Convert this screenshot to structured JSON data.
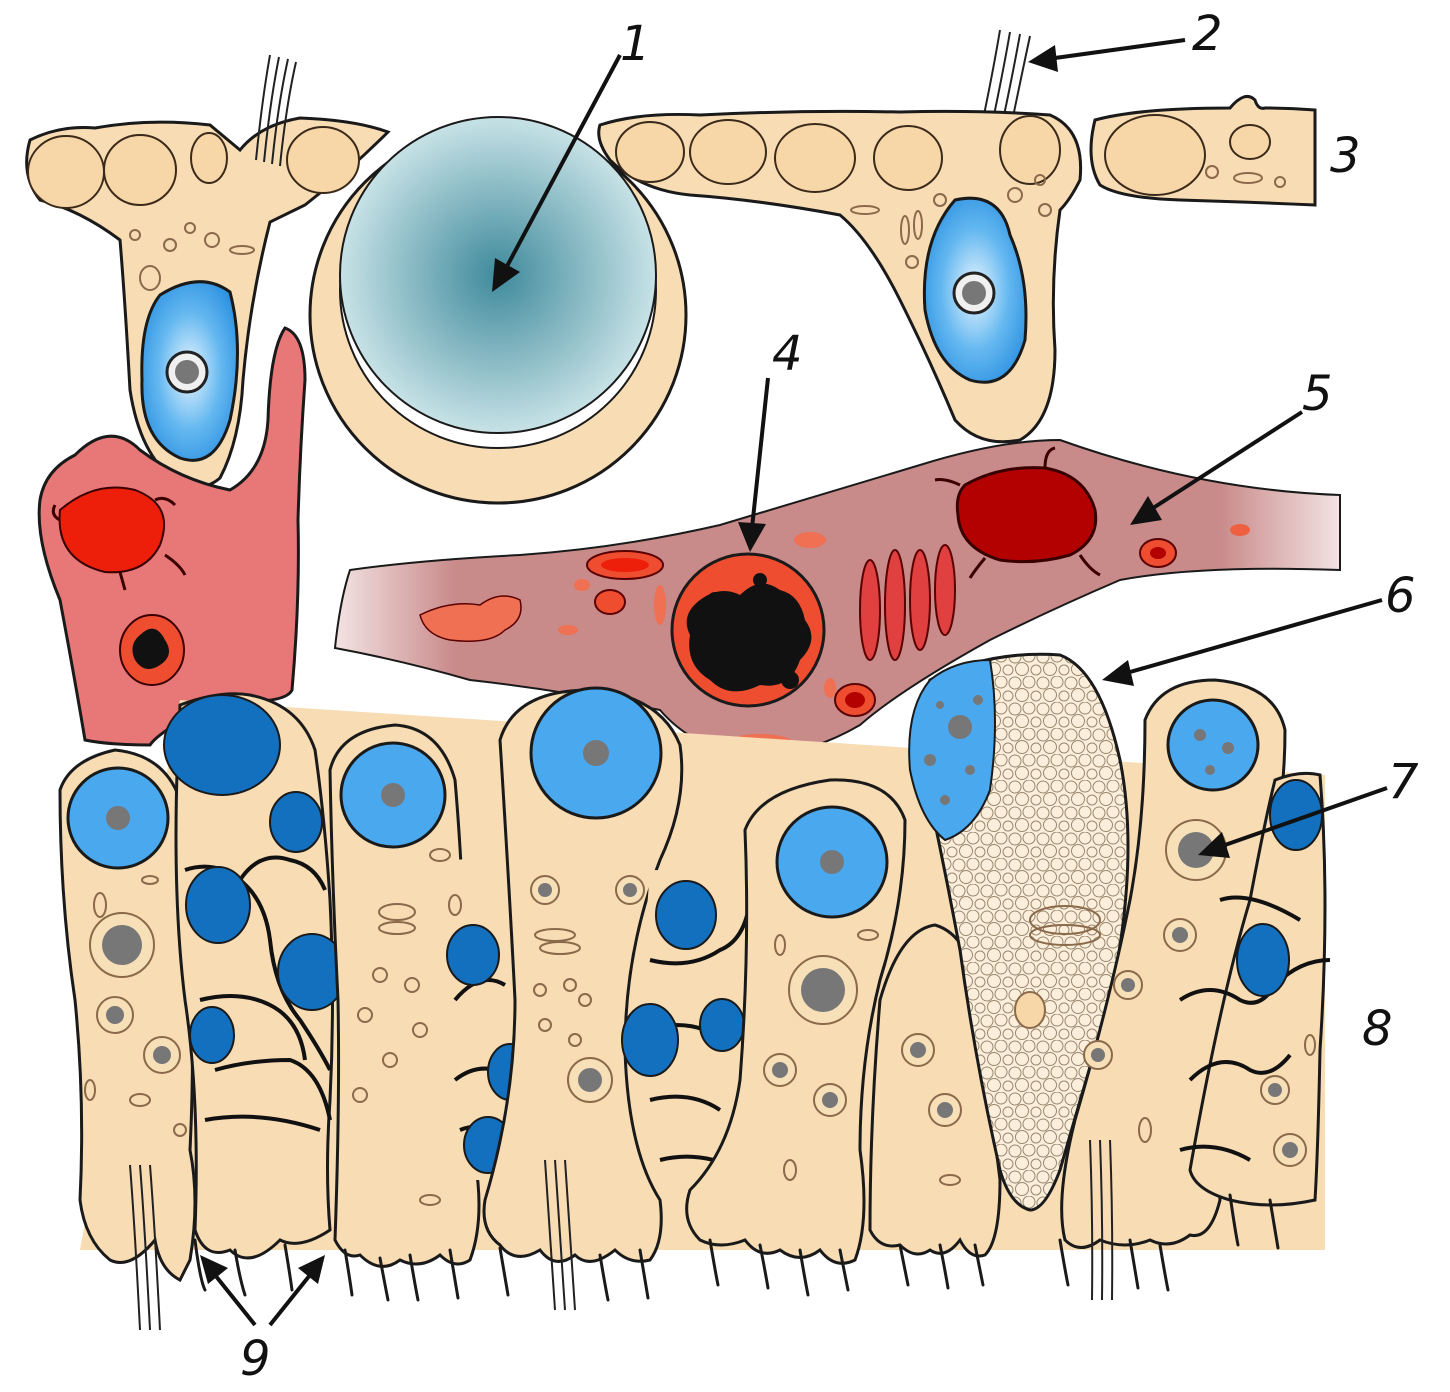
{
  "labels": {
    "l1": "1",
    "l2": "2",
    "l3": "3",
    "l4": "4",
    "l5": "5",
    "l6": "6",
    "l7": "7",
    "l8": "8",
    "l9": "9"
  },
  "colors": {
    "cytoplasm": "#f7dcb4",
    "fat_droplet": "#f7d7a8",
    "light_nucleus": "#4aa8ee",
    "dark_nucleus": "#1270bf",
    "mast_cell": "#e87878",
    "plasma_cell": "#c98a8a",
    "granule_red": "#e81a0a",
    "granule_dark_red": "#b30000",
    "lipid_sphere": "#5a98aa"
  }
}
